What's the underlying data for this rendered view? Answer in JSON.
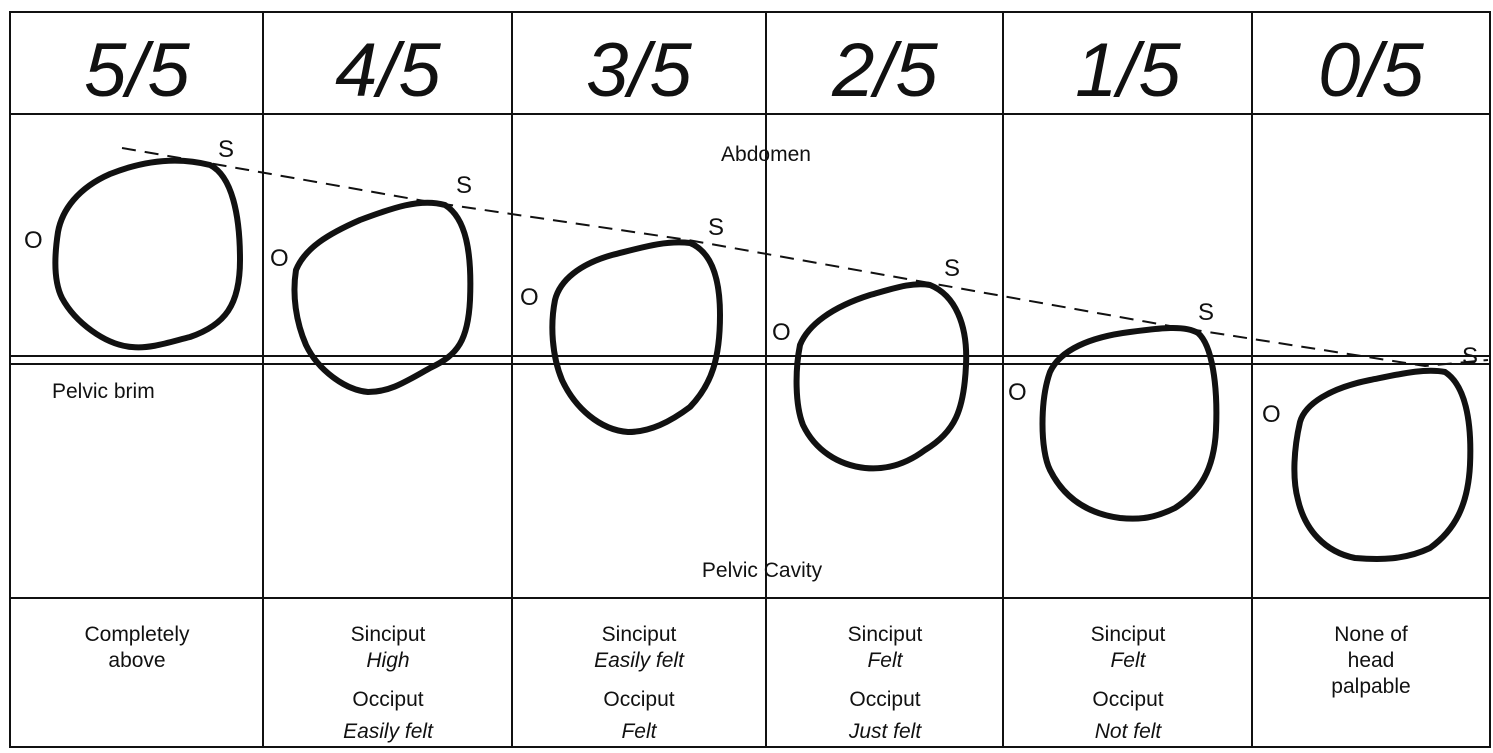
{
  "columns": [
    {
      "fraction": "5/5",
      "lines": [
        {
          "text": "Completely",
          "italic": false
        },
        {
          "text": "above",
          "italic": false
        }
      ]
    },
    {
      "fraction": "4/5",
      "lines": [
        {
          "text": "Sinciput",
          "italic": false
        },
        {
          "text": "High",
          "italic": true
        },
        {
          "text": "Occiput",
          "italic": false
        },
        {
          "text": "Easily felt",
          "italic": true
        }
      ]
    },
    {
      "fraction": "3/5",
      "lines": [
        {
          "text": "Sinciput",
          "italic": false
        },
        {
          "text": "Easily felt",
          "italic": true
        },
        {
          "text": "Occiput",
          "italic": false
        },
        {
          "text": "Felt",
          "italic": true
        }
      ]
    },
    {
      "fraction": "2/5",
      "lines": [
        {
          "text": "Sinciput",
          "italic": false
        },
        {
          "text": "Felt",
          "italic": true
        },
        {
          "text": "Occiput",
          "italic": false
        },
        {
          "text": "Just felt",
          "italic": true
        }
      ]
    },
    {
      "fraction": "1/5",
      "lines": [
        {
          "text": "Sinciput",
          "italic": false
        },
        {
          "text": "Felt",
          "italic": true
        },
        {
          "text": "Occiput",
          "italic": false
        },
        {
          "text": "Not felt",
          "italic": true
        }
      ]
    },
    {
      "fraction": "0/5",
      "lines": [
        {
          "text": "None of",
          "italic": false
        },
        {
          "text": "head",
          "italic": false
        },
        {
          "text": "palpable",
          "italic": false
        }
      ]
    }
  ],
  "regions": {
    "abdomen": "Abdomen",
    "pelvic_brim": "Pelvic brim",
    "pelvic_cavity": "Pelvic Cavity"
  },
  "markers": {
    "occiput": "O",
    "sinciput": "S"
  }
}
